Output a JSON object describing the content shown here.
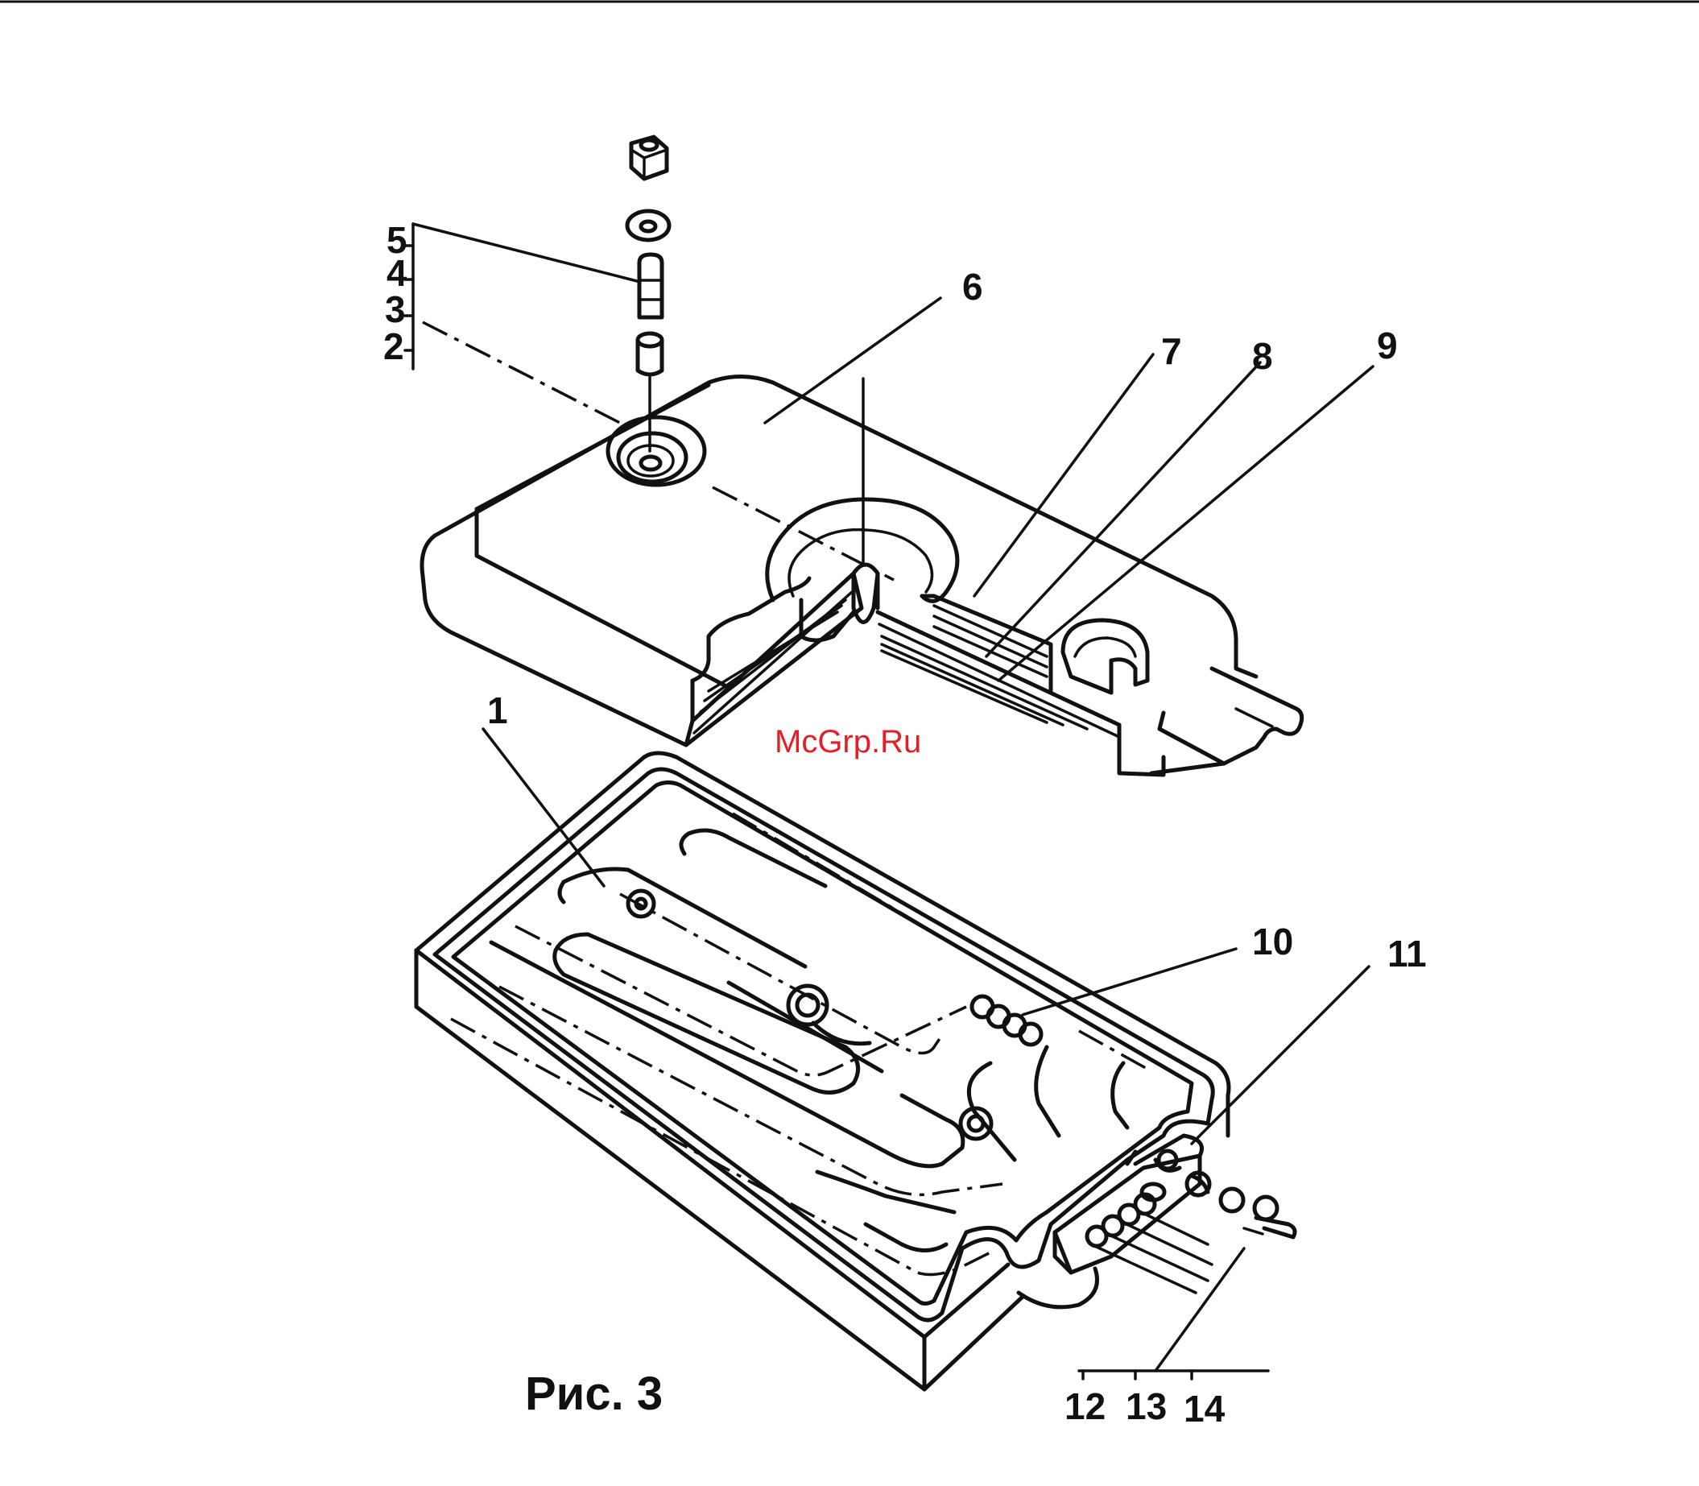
{
  "figure": {
    "caption": "Рис. 3",
    "watermark": "McGrp.Ru",
    "labels": {
      "l1": "1",
      "l2": "2",
      "l3": "3",
      "l4": "4",
      "l5": "5",
      "l6": "6",
      "l7": "7",
      "l8": "8",
      "l9": "9",
      "l10": "10",
      "l11": "11",
      "l12": "12",
      "l13": "13",
      "l14": "14"
    }
  }
}
